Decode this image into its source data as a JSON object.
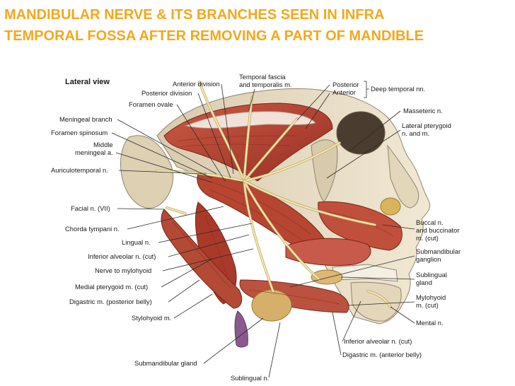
{
  "title": {
    "line1": "MANDIBULAR NERVE & ITS BRANCHES SEEN IN INFRA",
    "line2": "TEMPORAL FOSSA AFTER REMOVING A PART OF MANDIBLE"
  },
  "figure": {
    "view_label": "Lateral view",
    "labels": {
      "anterior_division": "Anterior division",
      "posterior_division": "Posterior division",
      "foramen_ovale": "Foramen ovale",
      "temporal_fascia_1": "Temporal fascia",
      "temporal_fascia_2": "and temporalis m.",
      "posterior": "Posterior",
      "anterior": "Anterior",
      "deep_temporal": "Deep temporal nn.",
      "meningeal_branch": "Meningeal branch",
      "foramen_spinosum": "Foramen spinosum",
      "middle_1": "Middle",
      "middle_2": "meningeal a.",
      "auriculotemporal": "Auriculotemporal n.",
      "facial": "Facial n. (VII)",
      "chorda_tympani": "Chorda tympani n.",
      "lingual": "Lingual n.",
      "inferior_alveolar_cut": "Inferior alveolar n. (cut)",
      "nerve_to_mylohyoid": "Nerve to mylohyoid",
      "medial_pterygoid_cut": "Medial pterygoid m. (cut)",
      "digastric_posterior": "Digastric m. (posterior belly)",
      "stylohyoid": "Stylohyoid m.",
      "submandibular_gland": "Submandibular gland",
      "sublingual_bottom": "Sublingual n.",
      "masseteric": "Masseteric n.",
      "lateral_pterygoid_1": "Lateral pterygoid",
      "lateral_pterygoid_2": "n. and m.",
      "buccal_1": "Buccal n.",
      "buccal_2": "and buccinator",
      "buccal_3": "m. (cut)",
      "submandibular_ganglion_1": "Submandibular",
      "submandibular_ganglion_2": "ganglion",
      "sublingual_gland_1": "Sublingual",
      "sublingual_gland_2": "gland",
      "mylohyoid_1": "Mylohyoid",
      "mylohyoid_2": "m. (cut)",
      "mental": "Mental n.",
      "inferior_alveolar_right": "Inferior alveolar n. (cut)",
      "digastric_anterior": "Digastric m. (anterior belly)"
    }
  },
  "colors": {
    "title": "#f2a81d",
    "muscle": "#b8402e",
    "bone": "#e8ddc4",
    "nerve": "#efe6b0",
    "gland": "#d6b06a"
  }
}
